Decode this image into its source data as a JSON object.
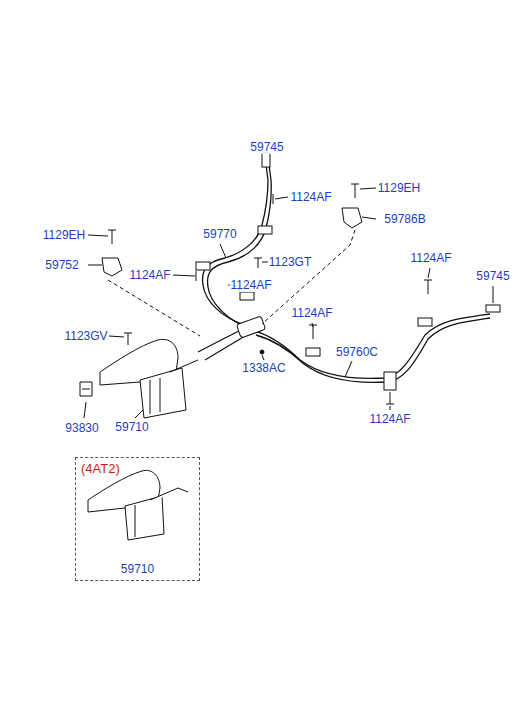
{
  "diagram": {
    "nodes": [
      {
        "text": [
          "(4AT2)",
          "59710"
        ]
      }
    ],
    "labels": [
      "59745",
      "1124AF",
      "1129EH",
      "59786B",
      "1129EH",
      "59770",
      "59752",
      "1123GT",
      "1124AF",
      "1124AF",
      "1124AF",
      "59745",
      "1124AF",
      "1123GV",
      "59760C",
      "1338AC",
      "93830",
      "59710",
      "1124AF"
    ]
  }
}
